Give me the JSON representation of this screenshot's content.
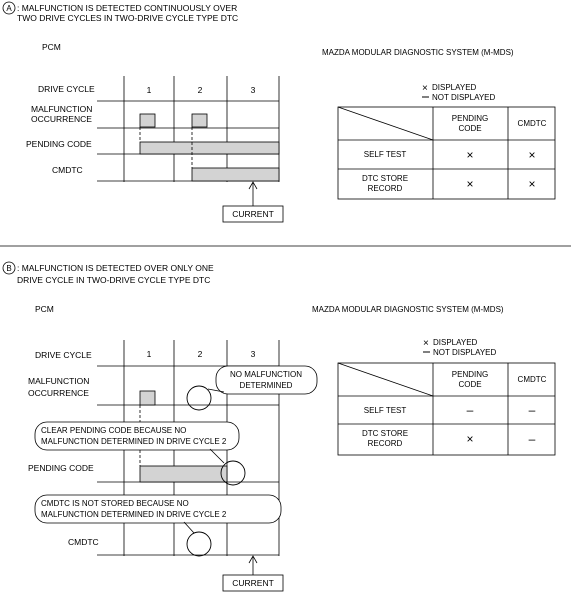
{
  "sectionA": {
    "marker": "A",
    "caption_line1": ": MALFUNCTION IS DETECTED CONTINUOUSLY OVER",
    "caption_line2": "TWO DRIVE CYCLES IN TWO-DRIVE CYCLE TYPE DTC",
    "pcm_label": "PCM",
    "mds_title": "MAZDA MODULAR DIAGNOSTIC SYSTEM (M-MDS)",
    "legend_displayed": "DISPLAYED",
    "legend_not_displayed": "NOT DISPLAYED",
    "row_labels": {
      "drive_cycle": "DRIVE CYCLE",
      "malfunction_1": "MALFUNCTION",
      "malfunction_2": "OCCURRENCE",
      "pending_code": "PENDING CODE",
      "cmdtc": "CMDTC"
    },
    "cycles": [
      "1",
      "2",
      "3"
    ],
    "current_label": "CURRENT",
    "table": {
      "col1_line1": "PENDING",
      "col1_line2": "CODE",
      "col2": "CMDTC",
      "rows": [
        {
          "label_line1": "SELF TEST",
          "label_line2": "",
          "pending": "×",
          "cmdtc": "×"
        },
        {
          "label_line1": "DTC STORE",
          "label_line2": "RECORD",
          "pending": "×",
          "cmdtc": "×"
        }
      ]
    }
  },
  "sectionB": {
    "marker": "B",
    "caption_line1": ": MALFUNCTION IS DETECTED OVER ONLY ONE",
    "caption_line2": "DRIVE CYCLE IN TWO-DRIVE CYCLE TYPE DTC",
    "pcm_label": "PCM",
    "mds_title": "MAZDA MODULAR DIAGNOSTIC SYSTEM (M-MDS)",
    "legend_displayed": "DISPLAYED",
    "legend_not_displayed": "NOT DISPLAYED",
    "row_labels": {
      "drive_cycle": "DRIVE CYCLE",
      "malfunction_1": "MALFUNCTION",
      "malfunction_2": "OCCURRENCE",
      "pending_code": "PENDING CODE",
      "cmdtc": "CMDTC"
    },
    "cycles": [
      "1",
      "2",
      "3"
    ],
    "current_label": "CURRENT",
    "callout_no_malfunction_1": "NO MALFUNCTION",
    "callout_no_malfunction_2": "DETERMINED",
    "callout_clear_1": "CLEAR PENDING CODE BECAUSE NO",
    "callout_clear_2": "MALFUNCTION DETERMINED IN DRIVE CYCLE 2",
    "callout_cmdtc_1": "CMDTC IS NOT STORED BECAUSE NO",
    "callout_cmdtc_2": "MALFUNCTION DETERMINED IN DRIVE CYCLE 2",
    "table": {
      "col1_line1": "PENDING",
      "col1_line2": "CODE",
      "col2": "CMDTC",
      "rows": [
        {
          "label_line1": "SELF TEST",
          "label_line2": "",
          "pending": "–",
          "cmdtc": "–"
        },
        {
          "label_line1": "DTC STORE",
          "label_line2": "RECORD",
          "pending": "×",
          "cmdtc": "–"
        }
      ]
    }
  }
}
